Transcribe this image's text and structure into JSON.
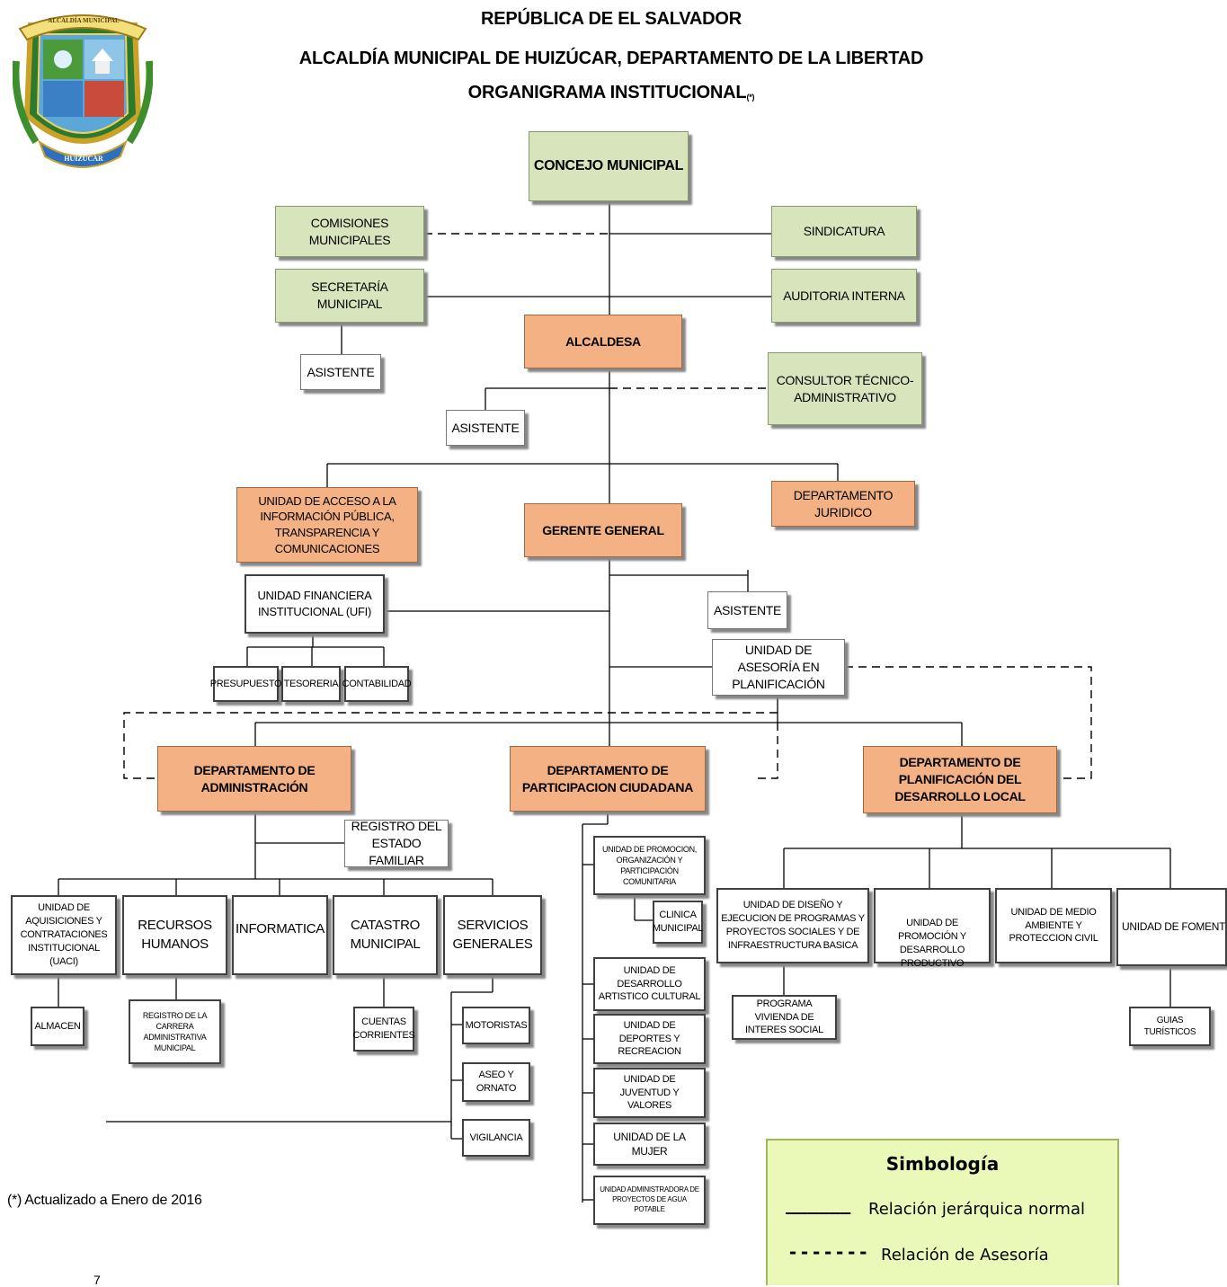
{
  "header": {
    "line1": "REPÚBLICA DE EL SALVADOR",
    "line2": "ALCALDÍA MUNICIPAL DE HUIZÚCAR, DEPARTAMENTO DE LA LIBERTAD",
    "line3": "ORGANIGRAMA INSTITUCIONAL",
    "line3_mark": "(*)"
  },
  "seal": {
    "top_text": "ALCALDÍA MUNICIPAL",
    "bottom_text": "HUIZUCAR"
  },
  "colors": {
    "green_box": "#d8e4bc",
    "orange_box": "#f4b183",
    "legend_bg": "#eaf9b8"
  },
  "nodes": {
    "concejo": "CONCEJO MUNICIPAL",
    "comisiones": "COMISIONES MUNICIPALES",
    "sindicatura": "SINDICATURA",
    "secretaria": "SECRETARÍA MUNICIPAL",
    "auditoria": "AUDITORIA INTERNA",
    "asistente_secretaria": "ASISTENTE",
    "alcaldesa": "ALCALDESA",
    "consultor": "CONSULTOR TÉCNICO-ADMINISTRATIVO",
    "asistente_alcaldesa": "ASISTENTE",
    "uaip": "UNIDAD DE ACCESO A LA INFORMACIÓN PÚBLICA, TRANSPARENCIA Y COMUNICACIONES",
    "juridico": "DEPARTAMENTO JURIDICO",
    "gerente": "GERENTE GENERAL",
    "ufi": "UNIDAD FINANCIERA INSTITUCIONAL (UFI)",
    "asistente_gerente": "ASISTENTE",
    "asesoria": "UNIDAD DE ASESORÍA EN PLANIFICACIÓN",
    "presupuesto": "PRESUPUESTO",
    "tesoreria": "TESORERIA",
    "contabilidad": "CONTABILIDAD",
    "dep_admin": "DEPARTAMENTO DE ADMINISTRACIÓN",
    "dep_participacion": "DEPARTAMENTO DE PARTICIPACION CIUDADANA",
    "dep_planificacion": "DEPARTAMENTO DE PLANIFICACIÓN DEL DESARROLLO LOCAL",
    "registro_familiar": "REGISTRO DEL ESTADO FAMILIAR",
    "uaci": "UNIDAD DE AQUISICIONES Y CONTRATACIONES INSTITUCIONAL (UACI)",
    "rrhh": "RECURSOS HUMANOS",
    "informatica": "INFORMATICA",
    "catastro": "CATASTRO MUNICIPAL",
    "servicios": "SERVICIOS GENERALES",
    "almacen": "ALMACEN",
    "registro_carrera": "REGISTRO DE LA CARRERA ADMINISTRATIVA MUNICIPAL",
    "cuentas": "CUENTAS CORRIENTES",
    "motoristas": "MOTORISTAS",
    "aseo": "ASEO Y ORNATO",
    "vigilancia": "VIGILANCIA",
    "promocion_org": "UNIDAD DE PROMOCION, ORGANIZACIÓN Y PARTICIPACIÓN COMUNITARIA",
    "clinica": "CLINICA MUNICIPAL",
    "desarrollo_artistico": "UNIDAD DE DESARROLLO ARTISTICO CULTURAL",
    "deportes": "UNIDAD DE DEPORTES Y RECREACION",
    "juventud": "UNIDAD DE JUVENTUD Y VALORES",
    "mujer": "UNIDAD DE LA MUJER",
    "agua": "UNIDAD ADMINISTRADORA DE PROYECTOS DE AGUA POTABLE",
    "diseno": "UNIDAD DE DISEÑO Y EJECUCION DE PROGRAMAS Y PROYECTOS SOCIALES Y DE INFRAESTRUCTURA BASICA",
    "promocion_productivo": "UNIDAD DE PROMOCIÓN Y DESARROLLO PRODUCTIVO",
    "medio_ambiente": "UNIDAD DE MEDIO AMBIENTE Y PROTECCION CIVIL",
    "fomento": "UNIDAD DE FOMENTO Y DESARROLLO TURISTICO",
    "vivienda": "PROGRAMA VIVIENDA DE INTERES SOCIAL",
    "guias": "GUIAS TURÍSTICOS"
  },
  "legend": {
    "title": "Simbología",
    "solid_sample": "______",
    "solid_label": "Relación jerárquica normal",
    "dashed_sample": "-------",
    "dashed_label": "Relación de Asesoría"
  },
  "footnote": "(*) Actualizado a Enero de 2016",
  "page_number": "7"
}
